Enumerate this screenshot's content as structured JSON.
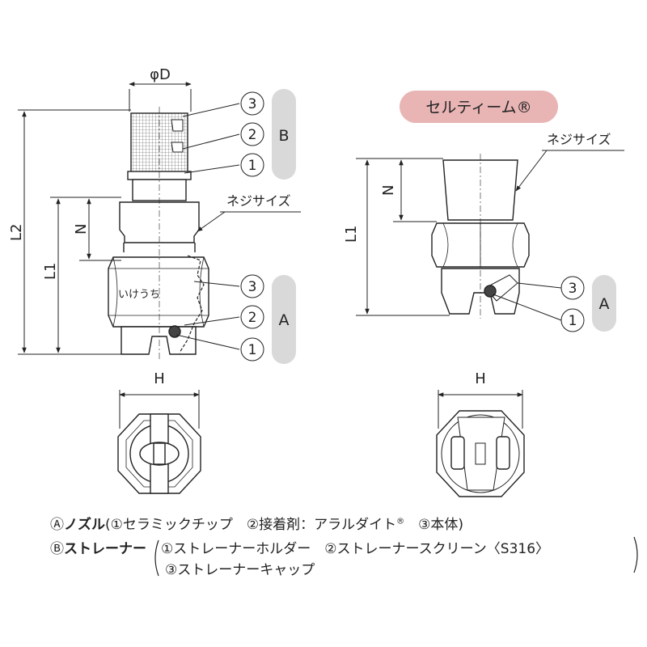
{
  "left_view": {
    "dim_phiD": "φD",
    "dim_L2": "L2",
    "dim_L1": "L1",
    "dim_N": "N",
    "thread_label": "ネジサイズ",
    "brand_stamp": "いけうち",
    "group_B": "B",
    "group_A": "A",
    "callouts_B": [
      "3",
      "2",
      "1"
    ],
    "callouts_A": [
      "3",
      "2",
      "1"
    ]
  },
  "left_bottom": {
    "dim_H": "H"
  },
  "right_view": {
    "badge": "セルティーム®",
    "thread_label": "ネジサイズ",
    "dim_N": "N",
    "dim_L1": "L1",
    "group_A": "A",
    "callouts_A": [
      "3",
      "1"
    ]
  },
  "right_bottom": {
    "dim_H": "H"
  },
  "legend": {
    "line1_mark": "Ⓐ",
    "line1_title": "ノズル",
    "line1_text": "(①セラミックチップ　②接着剤：アラルダイト",
    "line1_reg": "®",
    "line1_tail": "　③本体)",
    "line2_mark": "Ⓑ",
    "line2_title": "ストレーナー",
    "line2_text": "①ストレーナーホルダー　②ストレーナースクリーン〈S316〉",
    "line3_text": "③ストレーナーキャップ"
  },
  "colors": {
    "badge_fill": "#e8b4b4",
    "pill_fill": "#d9d9d9",
    "line": "#222222"
  }
}
